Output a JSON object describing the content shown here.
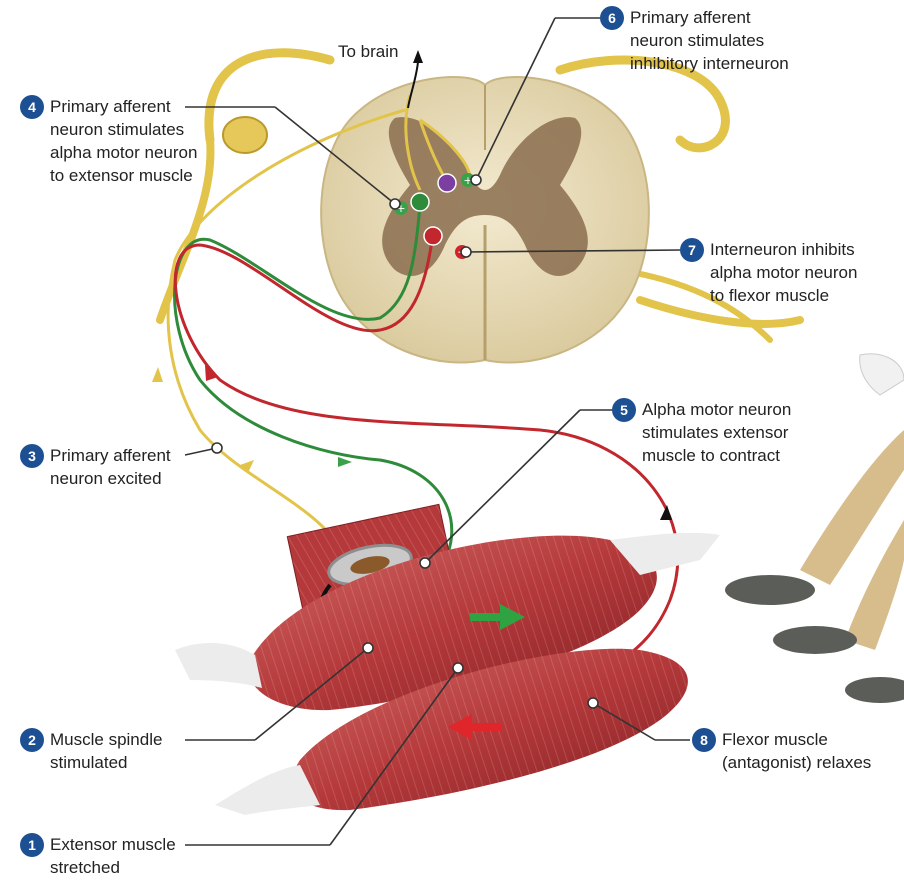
{
  "diagram": {
    "top_label": "To brain",
    "steps": [
      {
        "number": "1",
        "lines": [
          "Extensor muscle",
          "stretched"
        ]
      },
      {
        "number": "2",
        "lines": [
          "Muscle spindle",
          "stimulated"
        ]
      },
      {
        "number": "3",
        "lines": [
          "Primary afferent",
          "neuron excited"
        ]
      },
      {
        "number": "4",
        "lines": [
          "Primary afferent",
          "neuron stimulates",
          "alpha motor neuron",
          "to extensor muscle"
        ]
      },
      {
        "number": "5",
        "lines": [
          "Alpha motor neuron",
          "stimulates extensor",
          "muscle to contract"
        ]
      },
      {
        "number": "6",
        "lines": [
          "Primary afferent",
          "neuron stimulates",
          "inhibitory interneuron"
        ]
      },
      {
        "number": "7",
        "lines": [
          "Interneuron inhibits",
          "alpha motor neuron",
          "to flexor muscle"
        ]
      },
      {
        "number": "8",
        "lines": [
          "Flexor muscle",
          "(antagonist) relaxes"
        ]
      }
    ]
  },
  "colors": {
    "badge": "#1d4f93",
    "afferent_neuron": "#e2c44a",
    "extensor_motor_neuron": "#2e8b3a",
    "flexor_motor_neuron": "#c1272d",
    "interneuron": "#7a3fa0",
    "spinal_grey_matter": "#8a6d4e",
    "spinal_white_matter": "#e8dcb8",
    "muscle": "#b5393a"
  },
  "icons": [
    "arrow-up-icon",
    "green-arrow-right-icon",
    "red-arrow-left-icon",
    "plus-icon",
    "minus-icon"
  ]
}
